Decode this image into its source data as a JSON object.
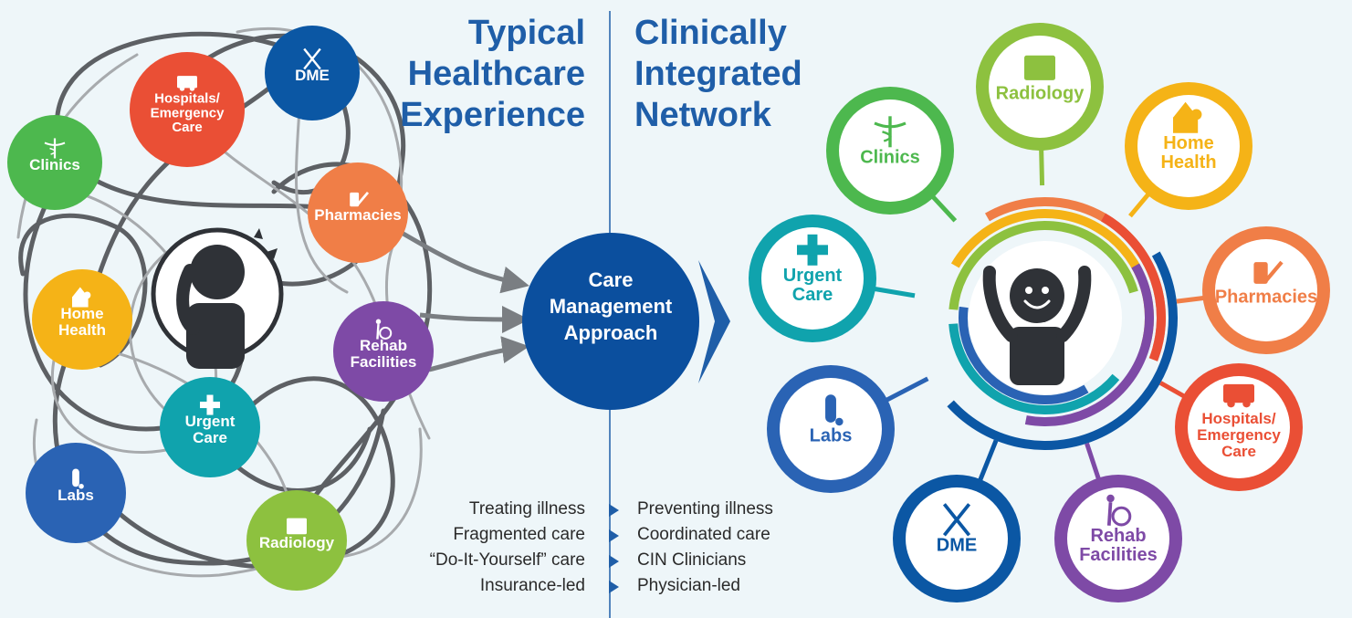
{
  "header": {
    "left_title": [
      "Typical",
      "Healthcare",
      "Experience"
    ],
    "right_title": [
      "Clinically",
      "Integrated",
      "Network"
    ]
  },
  "center": {
    "label": [
      "Care",
      "Management",
      "Approach"
    ]
  },
  "left_nodes": [
    {
      "label": "DME",
      "color": "#0b57a4",
      "icon": "crutches-icon"
    },
    {
      "label": "Hospitals/ Emergency Care",
      "color": "#ea4f35",
      "icon": "ambulance-icon"
    },
    {
      "label": "Clinics",
      "color": "#4db84e",
      "icon": "caduceus-icon"
    },
    {
      "label": "Pharmacies",
      "color": "#f07e47",
      "icon": "pill-bottle-syringe-icon"
    },
    {
      "label": "Home Health",
      "color": "#f5b317",
      "icon": "home-nurse-icon"
    },
    {
      "label": "Rehab Facilities",
      "color": "#7e4aa6",
      "icon": "wheelchair-icon"
    },
    {
      "label": "Urgent Care",
      "color": "#10a3ad",
      "icon": "medical-cross-icon"
    },
    {
      "label": "Labs",
      "color": "#2a63b4",
      "icon": "test-tube-icon"
    },
    {
      "label": "Radiology",
      "color": "#8dc13f",
      "icon": "xray-knee-icon"
    }
  ],
  "right_nodes": [
    {
      "label": "Radiology",
      "color": "#8dc13f",
      "icon": "xray-knee-icon"
    },
    {
      "label": "Clinics",
      "color": "#4db84e",
      "icon": "caduceus-icon"
    },
    {
      "label": "Home Health",
      "color": "#f5b317",
      "icon": "home-nurse-icon"
    },
    {
      "label": "Urgent Care",
      "color": "#10a3ad",
      "icon": "medical-cross-icon"
    },
    {
      "label": "Pharmacies",
      "color": "#f07e47",
      "icon": "pill-bottle-syringe-icon"
    },
    {
      "label": "Labs",
      "color": "#2a63b4",
      "icon": "test-tube-icon"
    },
    {
      "label": "Hospitals/ Emergency Care",
      "color": "#ea4f35",
      "icon": "ambulance-icon"
    },
    {
      "label": "DME",
      "color": "#0b57a4",
      "icon": "crutches-icon"
    },
    {
      "label": "Rehab Facilities",
      "color": "#7e4aa6",
      "icon": "wheelchair-icon"
    }
  ],
  "comparison": {
    "typical": [
      "Treating illness",
      "Fragmented care",
      "“Do-It-Yourself” care",
      "Insurance-led"
    ],
    "integrated": [
      "Preventing illness",
      "Coordinated care",
      "CIN Clinicians",
      "Physician-led"
    ]
  },
  "colors": {
    "title": "#1f5ea8",
    "center_circle": "#0b4f9e",
    "figure": "#2f3237",
    "tangle": "#666a6e"
  },
  "figures": {
    "stressed": "stressed-person-icon",
    "happy": "happy-person-icon"
  }
}
